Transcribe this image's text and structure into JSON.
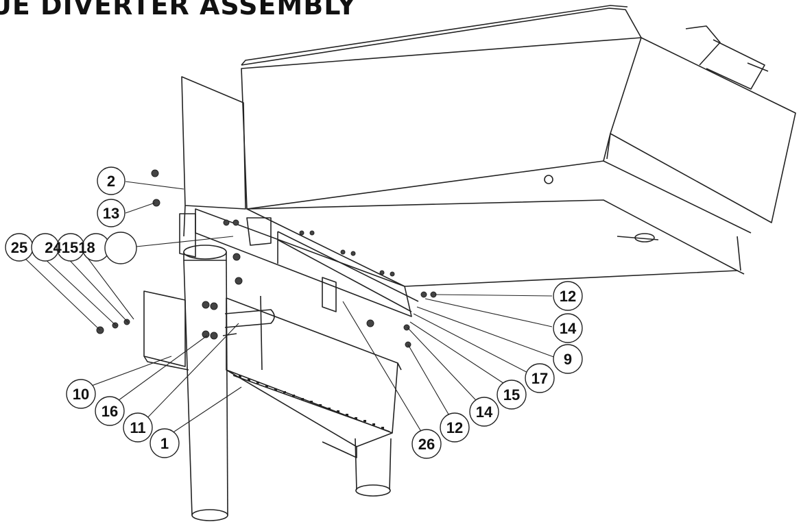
{
  "title": "UE DIVERTER ASSEMBLY",
  "callouts": [
    {
      "id": "c-2",
      "label": "2"
    },
    {
      "id": "c-13",
      "label": "13"
    },
    {
      "id": "c-25",
      "label": "25"
    },
    {
      "id": "c-241518",
      "label": "241518"
    },
    {
      "id": "c-blank",
      "label": ""
    },
    {
      "id": "c-12a",
      "label": "12"
    },
    {
      "id": "c-14a",
      "label": "14"
    },
    {
      "id": "c-9",
      "label": "9"
    },
    {
      "id": "c-17",
      "label": "17"
    },
    {
      "id": "c-15",
      "label": "15"
    },
    {
      "id": "c-14b",
      "label": "14"
    },
    {
      "id": "c-12b",
      "label": "12"
    },
    {
      "id": "c-26",
      "label": "26"
    },
    {
      "id": "c-10",
      "label": "10"
    },
    {
      "id": "c-16",
      "label": "16"
    },
    {
      "id": "c-11",
      "label": "11"
    },
    {
      "id": "c-1",
      "label": "1"
    }
  ]
}
